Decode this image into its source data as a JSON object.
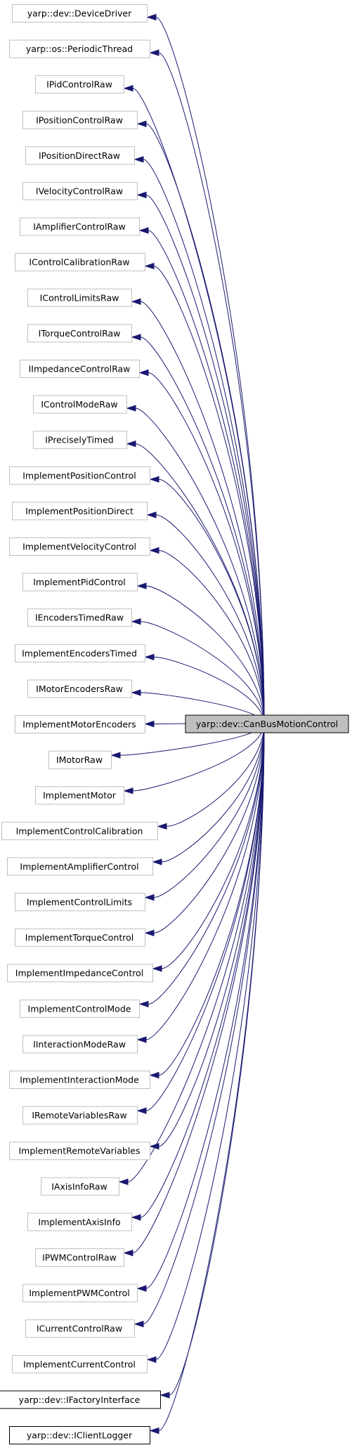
{
  "diagram": {
    "type": "class-inheritance-graph",
    "target": {
      "label": "yarp::dev::CanBusMotionControl",
      "fill": "#bfbfbf",
      "border": "#000000"
    },
    "colors": {
      "edge": "#191970",
      "node_border_light": "#bfbfbf",
      "node_border_dark": "#000000",
      "node_fill": "#ffffff"
    },
    "nodes": [
      {
        "label": "yarp::dev::DeviceDriver",
        "border": "light"
      },
      {
        "label": "yarp::os::PeriodicThread",
        "border": "light"
      },
      {
        "label": "IPidControlRaw",
        "border": "light"
      },
      {
        "label": "IPositionControlRaw",
        "border": "light"
      },
      {
        "label": "IPositionDirectRaw",
        "border": "light"
      },
      {
        "label": "IVelocityControlRaw",
        "border": "light"
      },
      {
        "label": "IAmplifierControlRaw",
        "border": "light"
      },
      {
        "label": "IControlCalibrationRaw",
        "border": "light"
      },
      {
        "label": "IControlLimitsRaw",
        "border": "light"
      },
      {
        "label": "ITorqueControlRaw",
        "border": "light"
      },
      {
        "label": "IImpedanceControlRaw",
        "border": "light"
      },
      {
        "label": "IControlModeRaw",
        "border": "light"
      },
      {
        "label": "IPreciselyTimed",
        "border": "light"
      },
      {
        "label": "ImplementPositionControl",
        "border": "light"
      },
      {
        "label": "ImplementPositionDirect",
        "border": "light"
      },
      {
        "label": "ImplementVelocityControl",
        "border": "light"
      },
      {
        "label": "ImplementPidControl",
        "border": "light"
      },
      {
        "label": "IEncodersTimedRaw",
        "border": "light"
      },
      {
        "label": "ImplementEncodersTimed",
        "border": "light"
      },
      {
        "label": "IMotorEncodersRaw",
        "border": "light"
      },
      {
        "label": "ImplementMotorEncoders",
        "border": "light"
      },
      {
        "label": "IMotorRaw",
        "border": "light"
      },
      {
        "label": "ImplementMotor",
        "border": "light"
      },
      {
        "label": "ImplementControlCalibration",
        "border": "light"
      },
      {
        "label": "ImplementAmplifierControl",
        "border": "light"
      },
      {
        "label": "ImplementControlLimits",
        "border": "light"
      },
      {
        "label": "ImplementTorqueControl",
        "border": "light"
      },
      {
        "label": "ImplementImpedanceControl",
        "border": "light"
      },
      {
        "label": "ImplementControlMode",
        "border": "light"
      },
      {
        "label": "IInteractionModeRaw",
        "border": "light"
      },
      {
        "label": "ImplementInteractionMode",
        "border": "light"
      },
      {
        "label": "IRemoteVariablesRaw",
        "border": "light"
      },
      {
        "label": "ImplementRemoteVariables",
        "border": "light"
      },
      {
        "label": "IAxisInfoRaw",
        "border": "light"
      },
      {
        "label": "ImplementAxisInfo",
        "border": "light"
      },
      {
        "label": "IPWMControlRaw",
        "border": "light"
      },
      {
        "label": "ImplementPWMControl",
        "border": "light"
      },
      {
        "label": "ICurrentControlRaw",
        "border": "light"
      },
      {
        "label": "ImplementCurrentControl",
        "border": "light"
      },
      {
        "label": "yarp::dev::IFactoryInterface",
        "border": "dark"
      },
      {
        "label": "yarp::dev::IClientLogger",
        "border": "dark"
      }
    ]
  }
}
